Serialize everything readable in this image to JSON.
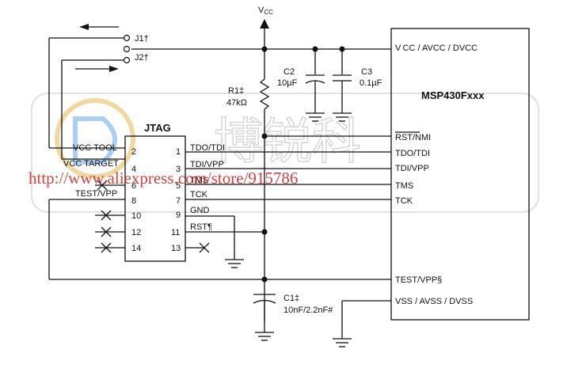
{
  "supply": {
    "label": "V",
    "sub": "CC"
  },
  "mcu": {
    "name": "MSP430Fxxx",
    "pins": {
      "vcc": "V CC / AVCC / DVCC",
      "rst": "RST/NMI",
      "tdo": "TDO/TDI",
      "tdi": "TDI/VPP",
      "tms": "TMS",
      "tck": "TCK",
      "test": "TEST/VPP§",
      "vss": "VSS / AVSS / DVSS"
    }
  },
  "jtag": {
    "title": "JTAG",
    "left_labels": [
      "VCC TOOL",
      "VCC TARGET",
      "TEST/VPP"
    ],
    "right_labels": [
      "TDO/TDI",
      "TDI/VPP",
      "TMS",
      "TCK",
      "GND",
      "RST¶"
    ],
    "pin_numbers": [
      "1",
      "2",
      "3",
      "4",
      "5",
      "6",
      "7",
      "8",
      "9",
      "10",
      "11",
      "12",
      "13",
      "14"
    ]
  },
  "jumpers": [
    "J1†",
    "J2†"
  ],
  "components": {
    "r1": {
      "name": "R1‡",
      "value": "47kΩ"
    },
    "c2": {
      "name": "C2",
      "value": "10µF"
    },
    "c3": {
      "name": "C3",
      "value": "0.1µF"
    },
    "c1": {
      "name": "C1‡",
      "value": "10nF/2.2nF#"
    }
  },
  "watermark": {
    "url": "http://www.aliexpress.com/store/915786",
    "logo": "博锐科"
  }
}
